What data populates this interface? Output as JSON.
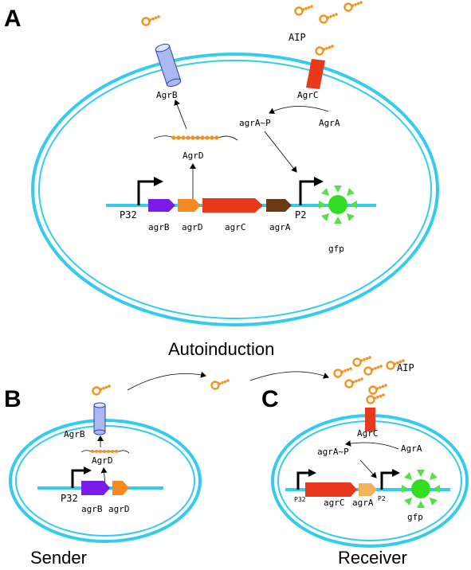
{
  "panels": {
    "a": {
      "letter": "A",
      "caption": "Autoinduction",
      "aip_label": "AIP",
      "agrB_protein": "AgrB",
      "agrC_protein": "AgrC",
      "agrD_peptide": "AgrD",
      "agrA_p": "agrA~P",
      "agrA_protein": "AgrA",
      "promoter_p32": "P32",
      "promoter_p2": "P2",
      "gene_agrB": "agrB",
      "gene_agrD": "agrD",
      "gene_agrC": "agrC",
      "gene_agrA": "agrA",
      "gene_gfp": "gfp"
    },
    "b": {
      "letter": "B",
      "caption": "Sender",
      "agrB_protein": "AgrB",
      "agrD_peptide": "AgrD",
      "promoter_p32": "P32",
      "gene_agrB": "agrB",
      "gene_agrD": "agrD"
    },
    "c": {
      "letter": "C",
      "caption": "Receiver",
      "aip_label": "AIP",
      "agrC_protein": "AgrC",
      "agrA_p": "agrA~P",
      "agrA_protein": "AgrA",
      "promoter_p32": "P32",
      "promoter_p2": "P2",
      "gene_agrC": "agrC",
      "gene_agrA": "agrA",
      "gene_gfp": "gfp"
    }
  },
  "colors": {
    "membrane": "#33ccee",
    "dna": "#33ccee",
    "agrB_gene": "#7a1ce6",
    "agrD_gene": "#f58a1f",
    "agrC_gene": "#e8391d",
    "agrA_gene": "#6b3a12",
    "agrA_gene_receiver": "#f2b45a",
    "gfp": "#33dd22",
    "aip": "#f5921e",
    "agrB_channel": "#aab8f0",
    "agrC_receptor": "#e8391d"
  }
}
